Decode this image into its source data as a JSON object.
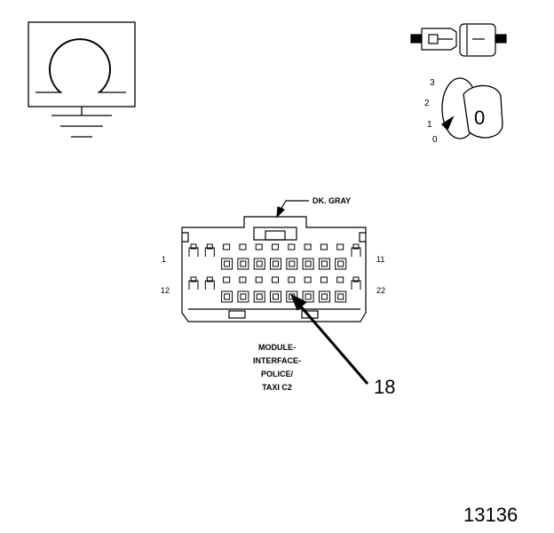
{
  "connector_color": "DK. GRAY",
  "pin_left_top": "1",
  "pin_left_bottom": "12",
  "pin_right_top": "11",
  "pin_right_bottom": "22",
  "callout": "18",
  "caption_lines": [
    "MODULE-",
    "INTERFACE-",
    "POLICE/",
    "TAXI C2"
  ],
  "figure_number": "13136",
  "ignition": {
    "positions": [
      "3",
      "2",
      "1",
      "0"
    ],
    "key_label": "0"
  },
  "colors": {
    "ink": "#000000",
    "background": "#ffffff"
  }
}
